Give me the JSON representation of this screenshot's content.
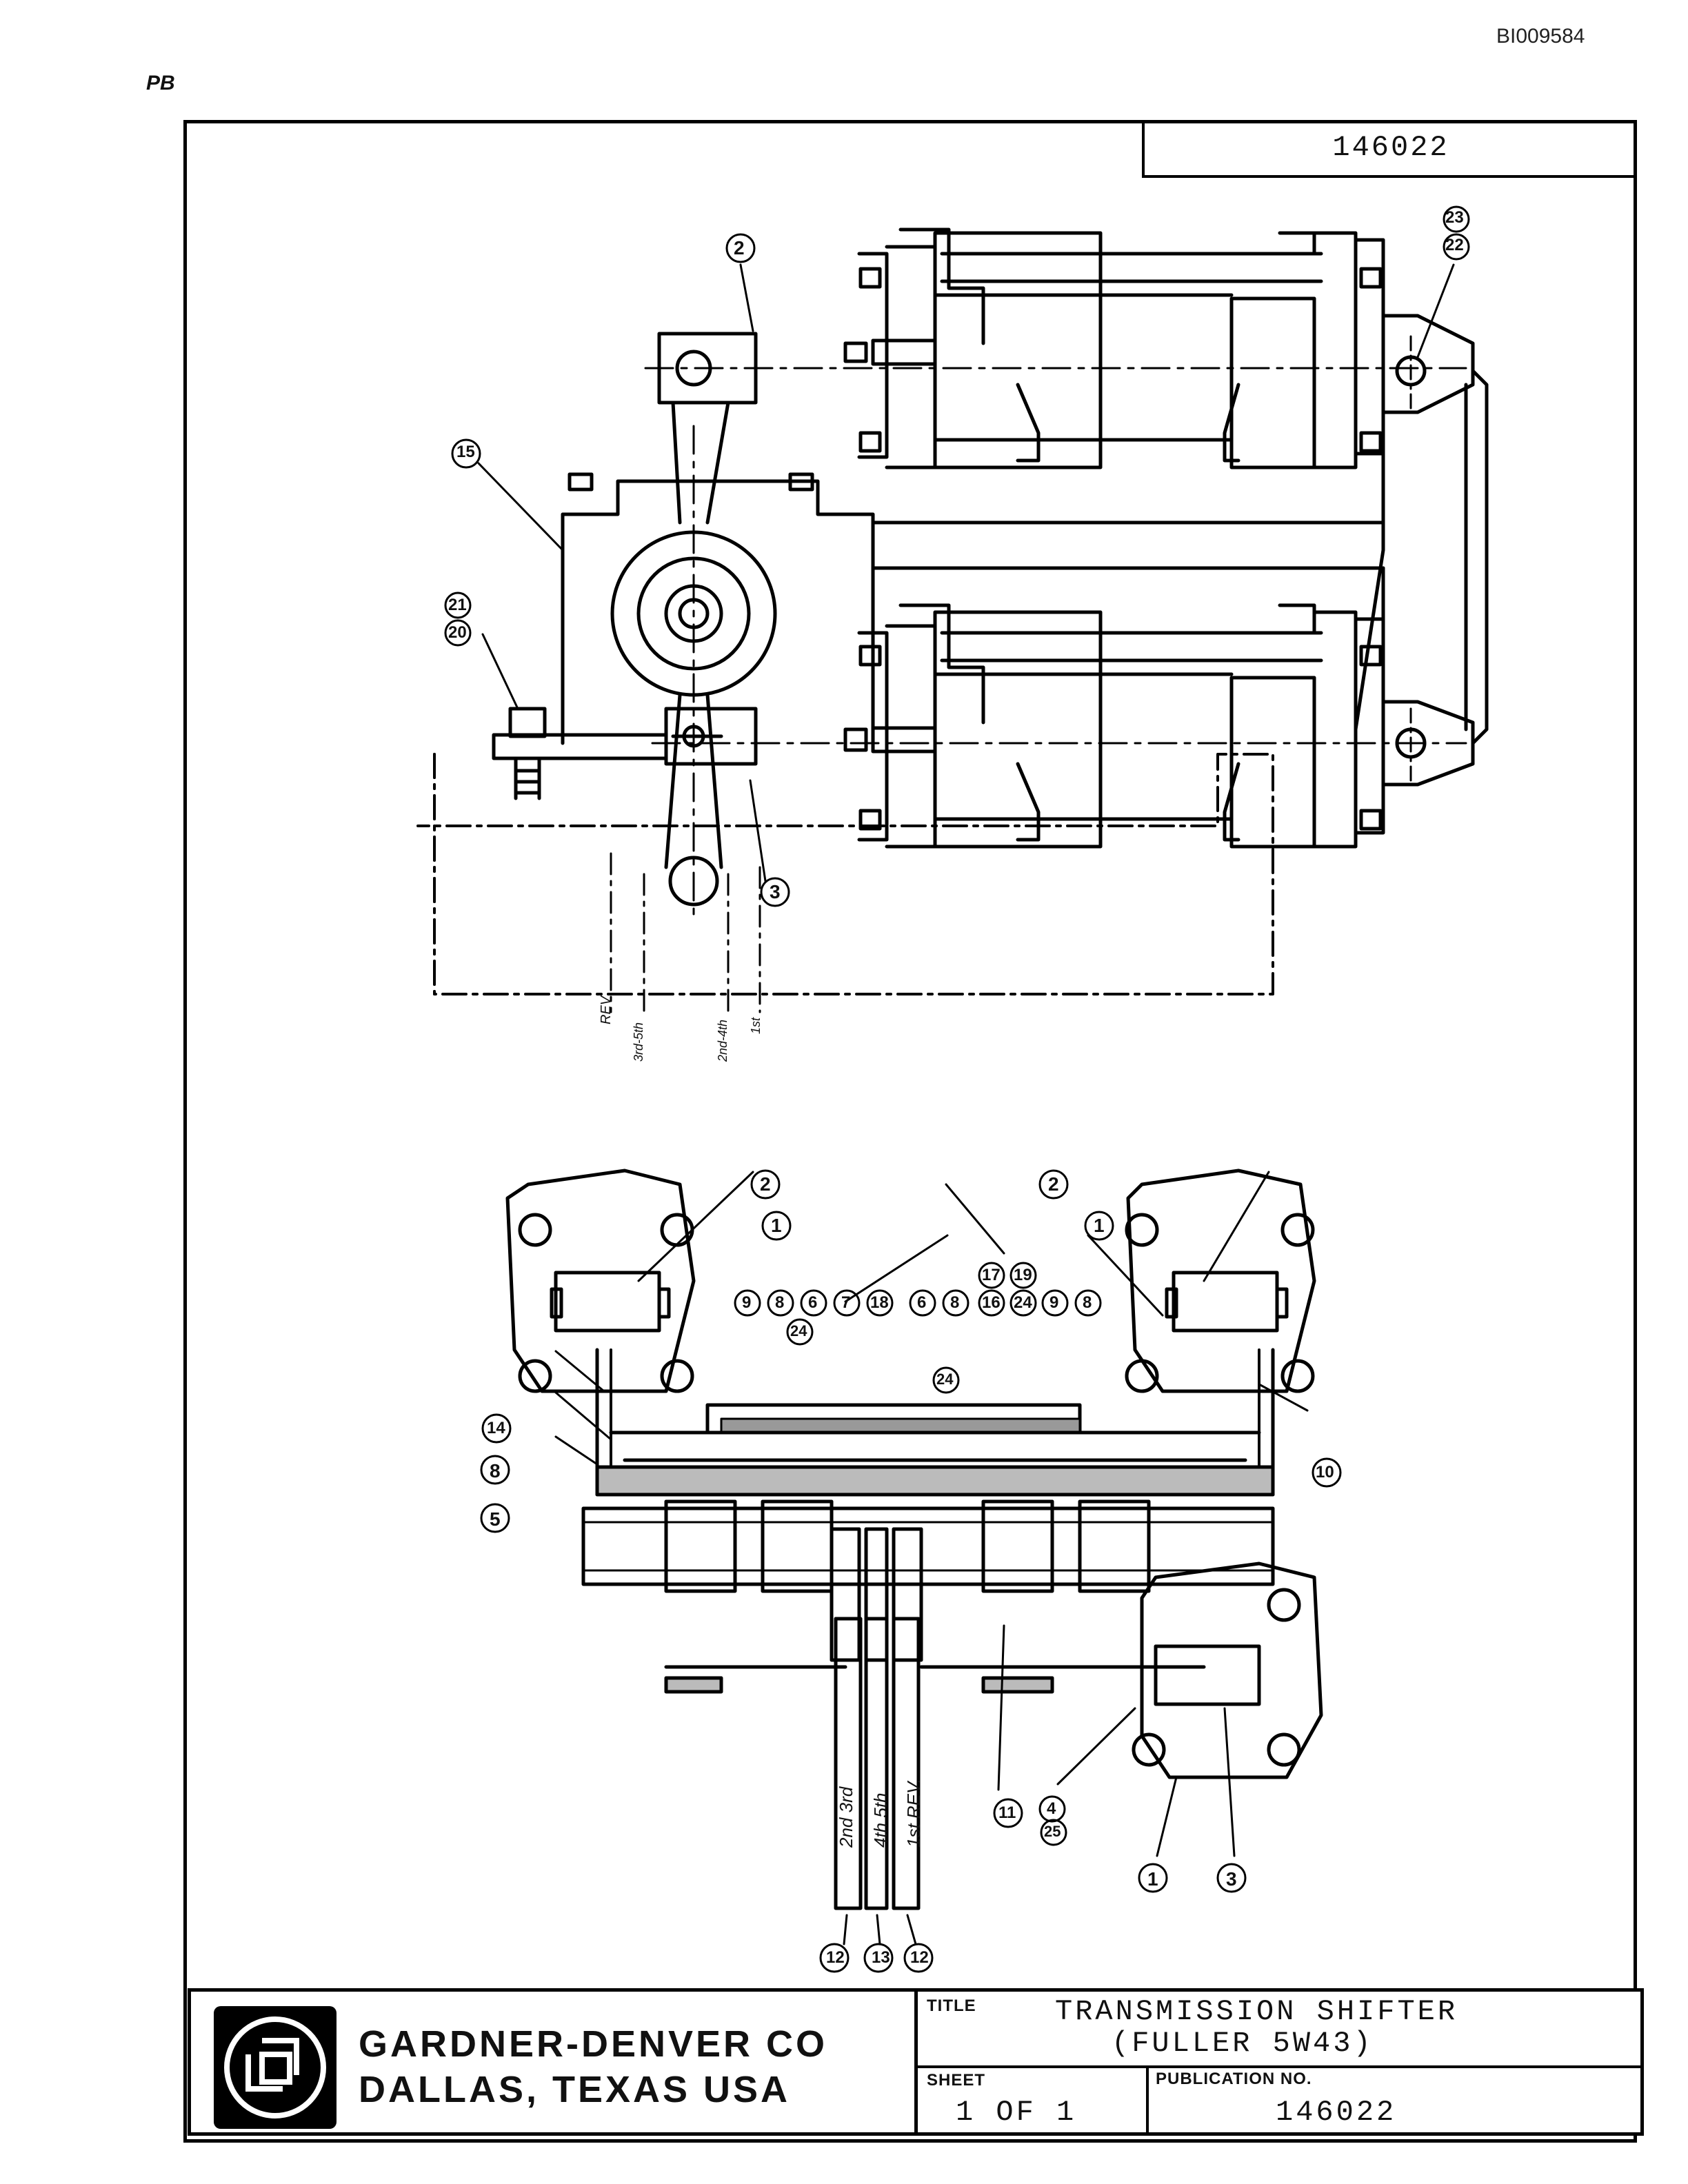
{
  "document_id": "BI009584",
  "page_mark": "PB",
  "drawing_number": "146022",
  "company": {
    "name": "GARDNER-DENVER CO",
    "location": "DALLAS, TEXAS USA"
  },
  "title_block": {
    "title_caption": "TITLE",
    "title_line1": "TRANSMISSION SHIFTER",
    "title_line2": "(FULLER 5W43)",
    "sheet_caption": "SHEET",
    "sheet_value": "1 OF 1",
    "publication_caption": "PUBLICATION NO.",
    "publication_value": "146022"
  },
  "top_view_positions": [
    "REV",
    "3rd-5th",
    "2nd-4th",
    "1st"
  ],
  "bottom_view_positions": [
    "2nd 3rd",
    "4th 5th",
    "1st REV."
  ],
  "callouts": {
    "top_view": [
      "2",
      "23",
      "22",
      "15",
      "21",
      "20",
      "3"
    ],
    "bottom_view": [
      "1",
      "1",
      "2",
      "2",
      "9",
      "8",
      "6",
      "7",
      "18",
      "6",
      "8",
      "17",
      "19",
      "16",
      "24",
      "9",
      "8",
      "24",
      "24",
      "14",
      "8",
      "5",
      "10",
      "11",
      "4",
      "25",
      "1",
      "3",
      "12",
      "13",
      "12"
    ]
  }
}
